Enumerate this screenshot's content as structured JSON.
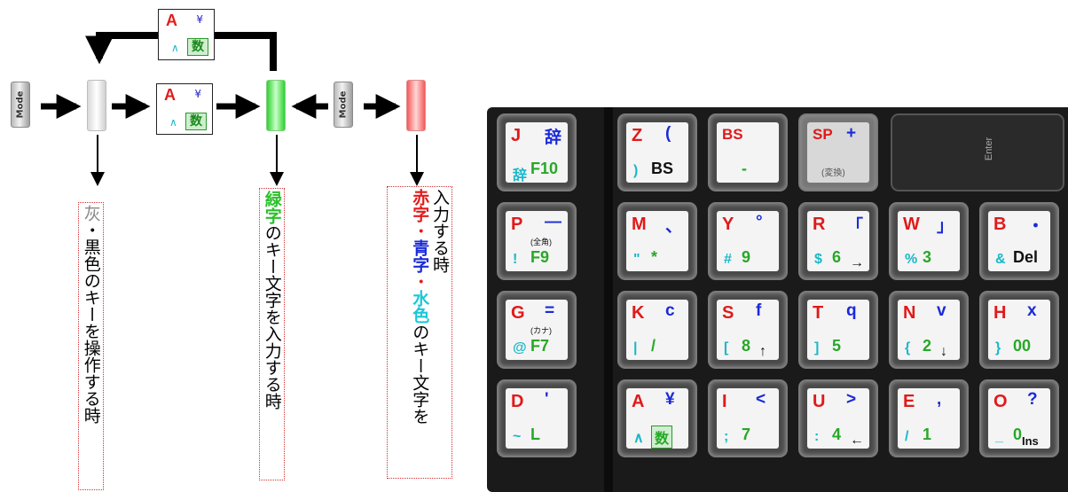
{
  "diagram": {
    "mode_label": "Mode",
    "mini_key": {
      "a": "A",
      "yen": "¥",
      "caret": "∧",
      "suu": "数"
    }
  },
  "labels": {
    "gray": {
      "gray": "灰",
      "dot": "・",
      "black": "黒色",
      "rest": "のキーを操作する時"
    },
    "green": {
      "green": "緑字",
      "rest": "のキー文字を入力する時"
    },
    "multi": {
      "line1": "入力する時",
      "red": "赤字",
      "dot1": "・",
      "blue": "青字",
      "dot2": "・",
      "cyan": "水色",
      "rest": "のキー文字を"
    }
  },
  "keypad": {
    "enter_label": "Enter",
    "keys": [
      {
        "main": "J",
        "top": "辞",
        "bot_left": "辞",
        "bot_right": "F10"
      },
      {
        "main": "Z",
        "top": "(",
        "bot_left": ")",
        "bot_right": "BS"
      },
      {
        "main": "BS",
        "top": "",
        "bot_left": "",
        "bot_right": "-"
      },
      {
        "main": "SP",
        "top": "+",
        "bot_left": "",
        "bot_right": "(変換)"
      },
      {
        "main": "P",
        "top": "—",
        "mid": "(全角)",
        "bot_left": "!",
        "bot_right": "F9"
      },
      {
        "main": "M",
        "top": "、",
        "bot_left": "\"",
        "bot_right": "*"
      },
      {
        "main": "Y",
        "top": "°",
        "bot_left": "#",
        "bot_right": "9"
      },
      {
        "main": "R",
        "top": "「",
        "bot_left": "$",
        "bot_right": "6",
        "arrow": "→"
      },
      {
        "main": "W",
        "top": "」",
        "bot_left": "%",
        "bot_right": "3"
      },
      {
        "main": "B",
        "top": "・",
        "bot_left": "&",
        "bot_right": "Del"
      },
      {
        "main": "G",
        "top": "=",
        "mid": "(カナ)",
        "bot_left": "@",
        "bot_right": "F7"
      },
      {
        "main": "K",
        "top": "c",
        "bot_left": "|",
        "bot_right": "/"
      },
      {
        "main": "S",
        "top": "f",
        "bot_left": "[",
        "bot_right": "8",
        "arrow": "↑"
      },
      {
        "main": "T",
        "top": "q",
        "bot_left": "]",
        "bot_right": "5"
      },
      {
        "main": "N",
        "top": "v",
        "bot_left": "{",
        "bot_right": "2",
        "arrow": "↓"
      },
      {
        "main": "H",
        "top": "x",
        "bot_left": "}",
        "bot_right": "00"
      },
      {
        "main": "D",
        "top": "'",
        "bot_left": "~",
        "bot_right": "L"
      },
      {
        "main": "A",
        "top": "¥",
        "bot_left": "∧",
        "bot_right": "数"
      },
      {
        "main": "I",
        "top": "<",
        "bot_left": ";",
        "bot_right": "7"
      },
      {
        "main": "U",
        "top": ">",
        "bot_left": ":",
        "bot_right": "4",
        "arrow": "←"
      },
      {
        "main": "E",
        "top": ",",
        "bot_left": "/",
        "bot_right": "1"
      },
      {
        "main": "O",
        "top": "?",
        "bot_left": "_",
        "bot_right": "0",
        "extra": "Ins"
      }
    ]
  }
}
